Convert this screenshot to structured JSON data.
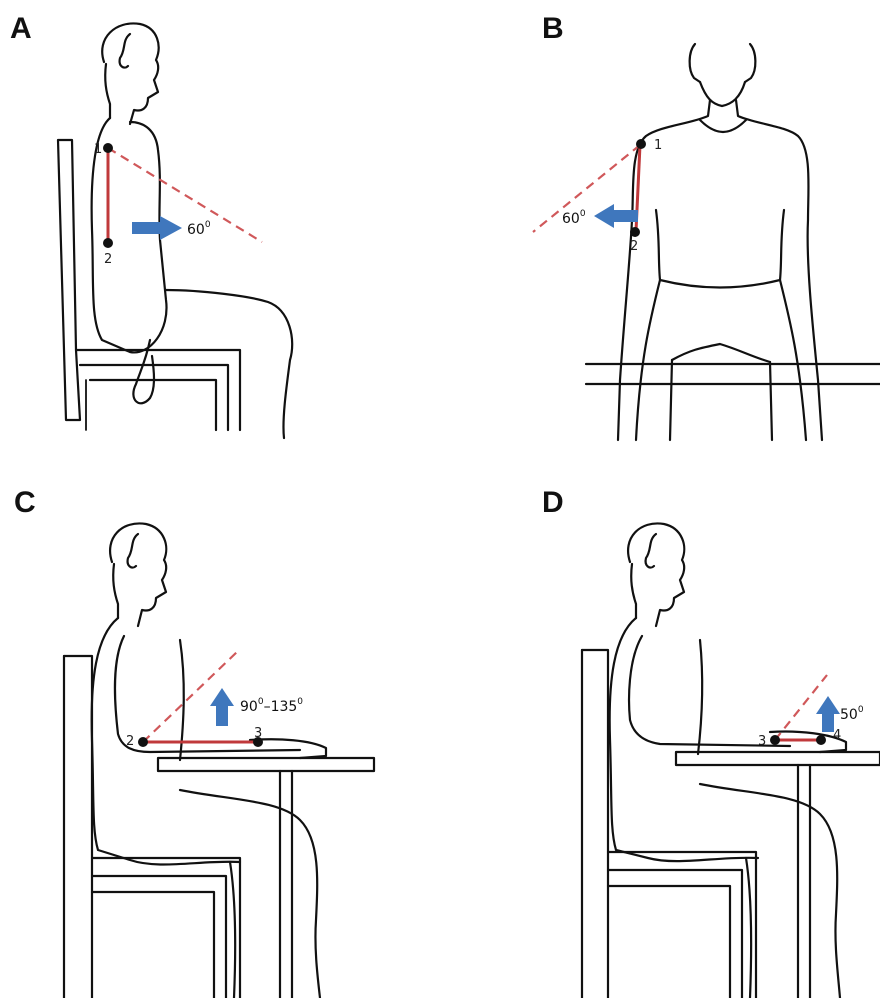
{
  "panels": {
    "a": {
      "letter": "A",
      "points": [
        "1",
        "2"
      ],
      "angle": {
        "value": "60",
        "degree": "0"
      }
    },
    "b": {
      "letter": "B",
      "points": [
        "1",
        "2"
      ],
      "angle": {
        "value": "60",
        "degree": "0"
      }
    },
    "c": {
      "letter": "C",
      "points": [
        "2",
        "3"
      ],
      "angle": {
        "value_from": "90",
        "degree_from": "0",
        "dash": "–",
        "value_to": "135",
        "degree_to": "0"
      }
    },
    "d": {
      "letter": "D",
      "points": [
        "3",
        "4"
      ],
      "angle": {
        "value": "50",
        "degree": "0"
      }
    }
  },
  "colors": {
    "segment": "#c0393b",
    "dashed_line": "#d0585a",
    "arrow": "#3f77bd",
    "outline": "#111111"
  }
}
